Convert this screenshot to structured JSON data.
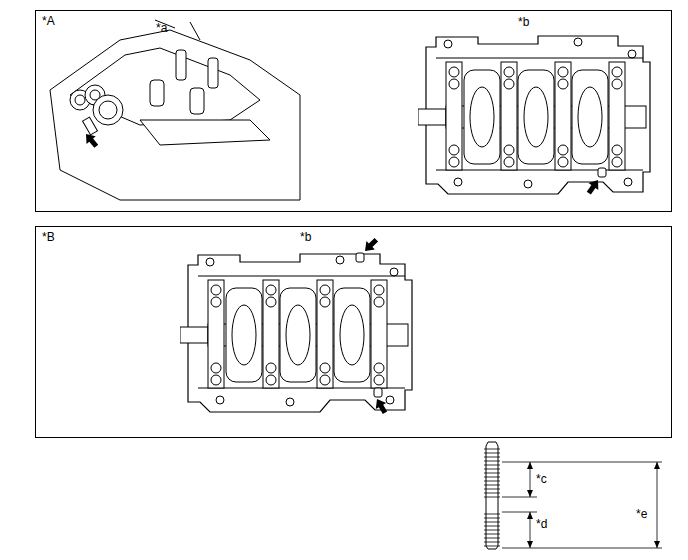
{
  "diagram": {
    "nodes": [
      {
        "text": [
          "*A"
        ]
      },
      {
        "text": [
          "*B"
        ]
      }
    ],
    "labels": [
      "*a",
      "*b",
      "*b",
      "*c",
      "*d",
      "*e"
    ]
  }
}
